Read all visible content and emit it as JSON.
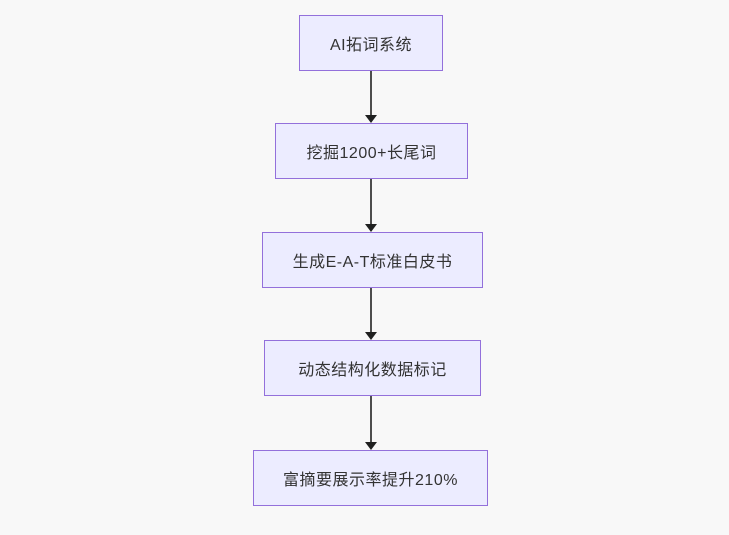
{
  "diagram": {
    "type": "flowchart",
    "direction": "top-down",
    "nodes": [
      {
        "id": "A",
        "label": "AI拓词系统"
      },
      {
        "id": "B",
        "label": "挖掘1200+长尾词"
      },
      {
        "id": "C",
        "label": "生成E-A-T标准白皮书"
      },
      {
        "id": "D",
        "label": "动态结构化数据标记"
      },
      {
        "id": "E",
        "label": "富摘要展示率提升210%"
      }
    ],
    "edges": [
      {
        "from": "AI拓词系统",
        "to": "挖掘1200+长尾词",
        "style": "arrow-down"
      },
      {
        "from": "挖掘1200+长尾词",
        "to": "生成E-A-T标准白皮书",
        "style": "arrow-down"
      },
      {
        "from": "生成E-A-T标准白皮书",
        "to": "动态结构化数据标记",
        "style": "arrow-down"
      },
      {
        "from": "动态结构化数据标记",
        "to": "富摘要展示率提升210%",
        "style": "arrow-down"
      }
    ]
  },
  "colors": {
    "canvas-bg": "#f8f8f8",
    "node-fill": "#ececff",
    "node-border": "#9370db",
    "node-text": "#333333",
    "edge-line": "#4d4d4d",
    "edge-head": "#1f2020"
  }
}
